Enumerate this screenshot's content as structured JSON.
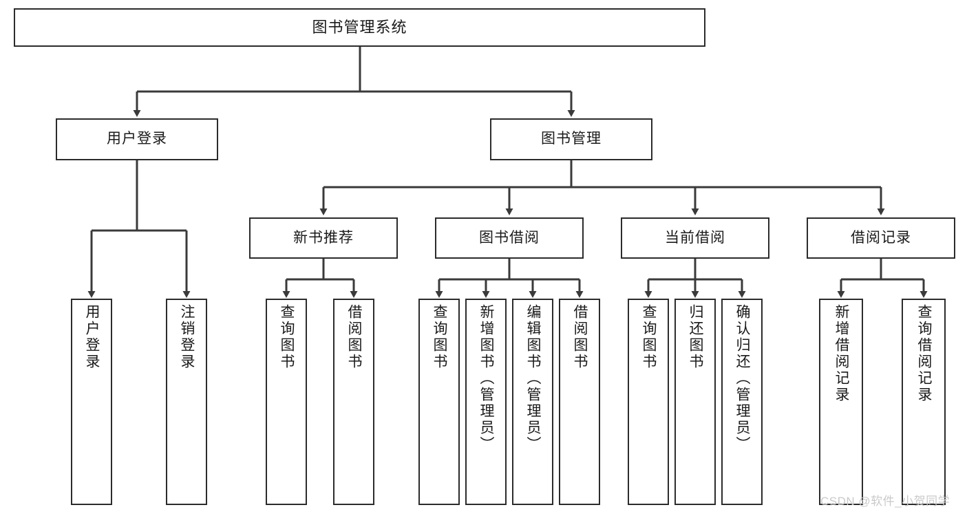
{
  "diagram": {
    "title": "图书管理系统",
    "type": "hierarchy-tree",
    "watermark": "CSDN @软件_小贺同学",
    "colors": {
      "box_border": "#2b2b2b",
      "box_fill": "#ffffff",
      "edge": "#3a3a3a",
      "text": "#1a1a1a",
      "watermark": "#c9c9c9"
    },
    "root": {
      "id": "root",
      "label": "图书管理系统",
      "orientation": "horizontal"
    },
    "level2": [
      {
        "id": "user-login",
        "label": "用户登录",
        "orientation": "horizontal"
      },
      {
        "id": "book-manage",
        "label": "图书管理",
        "orientation": "horizontal"
      }
    ],
    "level3": [
      {
        "id": "new-book-rec",
        "label": "新书推荐",
        "orientation": "horizontal",
        "parent": "book-manage"
      },
      {
        "id": "book-borrow",
        "label": "图书借阅",
        "orientation": "horizontal",
        "parent": "book-manage"
      },
      {
        "id": "current-borrow",
        "label": "当前借阅",
        "orientation": "horizontal",
        "parent": "book-manage"
      },
      {
        "id": "borrow-record",
        "label": "借阅记录",
        "orientation": "horizontal",
        "parent": "book-manage"
      }
    ],
    "leaves": [
      {
        "id": "leaf-user-login",
        "label": "用户登录",
        "orientation": "vertical",
        "parent": "user-login"
      },
      {
        "id": "leaf-user-logout",
        "label": "注销登录",
        "orientation": "vertical",
        "parent": "user-login"
      },
      {
        "id": "leaf-rec-query",
        "label": "查询图书",
        "orientation": "vertical",
        "parent": "new-book-rec"
      },
      {
        "id": "leaf-rec-borrow",
        "label": "借阅图书",
        "orientation": "vertical",
        "parent": "new-book-rec"
      },
      {
        "id": "leaf-borrow-query",
        "label": "查询图书",
        "orientation": "vertical",
        "parent": "book-borrow"
      },
      {
        "id": "leaf-borrow-add",
        "label": "新增图书（管理员）",
        "orientation": "vertical",
        "parent": "book-borrow"
      },
      {
        "id": "leaf-borrow-edit",
        "label": "编辑图书（管理员）",
        "orientation": "vertical",
        "parent": "book-borrow"
      },
      {
        "id": "leaf-borrow-lend",
        "label": "借阅图书",
        "orientation": "vertical",
        "parent": "book-borrow"
      },
      {
        "id": "leaf-current-query",
        "label": "查询图书",
        "orientation": "vertical",
        "parent": "current-borrow"
      },
      {
        "id": "leaf-current-return",
        "label": "归还图书",
        "orientation": "vertical",
        "parent": "current-borrow"
      },
      {
        "id": "leaf-current-confirm",
        "label": "确认归还（管理员）",
        "orientation": "vertical",
        "parent": "current-borrow"
      },
      {
        "id": "leaf-record-add",
        "label": "新增借阅记录",
        "orientation": "vertical",
        "parent": "borrow-record"
      },
      {
        "id": "leaf-record-query",
        "label": "查询借阅记录",
        "orientation": "vertical",
        "parent": "borrow-record"
      }
    ]
  }
}
